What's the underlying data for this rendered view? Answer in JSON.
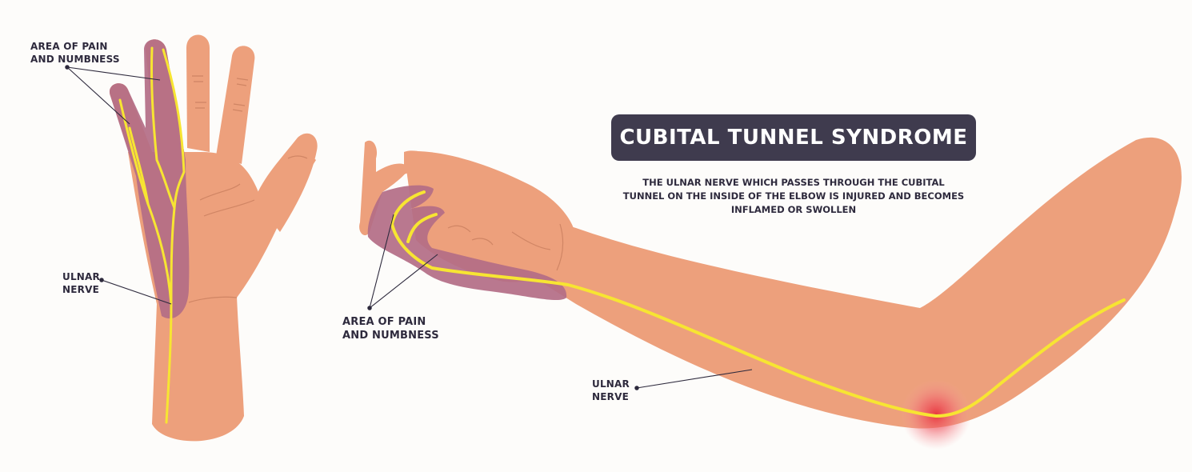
{
  "title": "CUBITAL TUNNEL SYNDROME",
  "description_lines": [
    "THE ULNAR NERVE WHICH PASSES THROUGH THE CUBITAL",
    "TUNNEL ON THE INSIDE OF THE ELBOW IS INJURED AND BECOMES",
    "INFLAMED OR SWOLLEN"
  ],
  "hand_panel": {
    "pain_label": {
      "line1": "AREA OF PAIN",
      "line2": "AND NUMBNESS"
    },
    "nerve_label": {
      "line1": "ULNAR",
      "line2": "NERVE"
    }
  },
  "arm_panel": {
    "pain_label": {
      "line1": "AREA OF PAIN",
      "line2": "AND NUMBNESS"
    },
    "nerve_label": {
      "line1": "ULNAR",
      "line2": "NERVE"
    }
  },
  "colors": {
    "skin": "#eda07c",
    "affected_area": "#b36c86",
    "nerve": "#f7e532",
    "inflammation": "#e8323c",
    "title_box": "#3f3b4e",
    "text": "#2e2a3d"
  }
}
